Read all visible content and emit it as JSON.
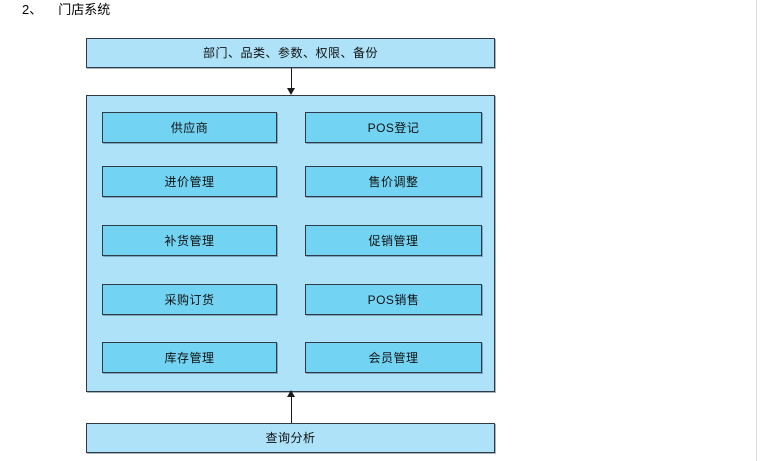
{
  "document": {
    "heading_number": "2、",
    "heading_title": "门店系统"
  },
  "diagram": {
    "type": "block-diagram",
    "top_box": {
      "label": "部门、品类、参数、权限、备份"
    },
    "bottom_box": {
      "label": "查询分析"
    },
    "container": {
      "left_column": [
        {
          "label": "供应商"
        },
        {
          "label": "进价管理"
        },
        {
          "label": "补货管理"
        },
        {
          "label": "采购订货"
        },
        {
          "label": "库存管理"
        }
      ],
      "right_column": [
        {
          "label": "POS登记"
        },
        {
          "label": "售价调整"
        },
        {
          "label": "促销管理"
        },
        {
          "label": "POS销售"
        },
        {
          "label": "会员管理"
        }
      ]
    },
    "connectors": [
      {
        "name": "top-to-container",
        "direction": "down"
      },
      {
        "name": "bottom-to-container",
        "direction": "up"
      }
    ],
    "colors": {
      "band_fill": "#ADE2F8",
      "leaf_fill": "#72D3F2",
      "border": "#2E3B47",
      "arrow": "#1B1B1B",
      "page_background": "#FFFFFF"
    }
  }
}
